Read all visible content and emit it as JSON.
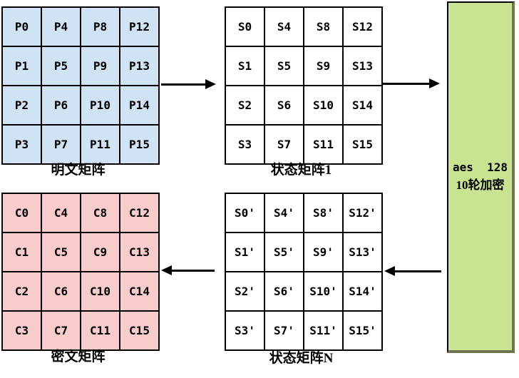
{
  "colors": {
    "plaintext_fill": "#cfe3f5",
    "state_fill": "#ffffff",
    "ciphertext_fill": "#f8cccb",
    "process_fill": "#c8e491",
    "process_shadow": "#6e7550",
    "line": "#000000"
  },
  "plaintext": {
    "label": "明文矩阵",
    "cells": [
      [
        "P0",
        "P4",
        "P8",
        "P12"
      ],
      [
        "P1",
        "P5",
        "P9",
        "P13"
      ],
      [
        "P2",
        "P6",
        "P10",
        "P14"
      ],
      [
        "P3",
        "P7",
        "P11",
        "P15"
      ]
    ]
  },
  "state1": {
    "label": "状态矩阵1",
    "cells": [
      [
        "S0",
        "S4",
        "S8",
        "S12"
      ],
      [
        "S1",
        "S5",
        "S9",
        "S13"
      ],
      [
        "S2",
        "S6",
        "S10",
        "S14"
      ],
      [
        "S3",
        "S7",
        "S11",
        "S15"
      ]
    ]
  },
  "stateN": {
    "label": "状态矩阵N",
    "cells": [
      [
        "S0'",
        "S4'",
        "S8'",
        "S12'"
      ],
      [
        "S1'",
        "S5'",
        "S9'",
        "S13'"
      ],
      [
        "S2'",
        "S6'",
        "S10'",
        "S14'"
      ],
      [
        "S3'",
        "S7'",
        "S11'",
        "S15'"
      ]
    ]
  },
  "ciphertext": {
    "label": "密文矩阵",
    "cells": [
      [
        "C0",
        "C4",
        "C8",
        "C12"
      ],
      [
        "C1",
        "C5",
        "C9",
        "C13"
      ],
      [
        "C2",
        "C6",
        "C10",
        "C14"
      ],
      [
        "C3",
        "C7",
        "C11",
        "C15"
      ]
    ]
  },
  "process_box": {
    "line1": "aes  128",
    "line2": "10轮加密"
  },
  "arrows": [
    {
      "direction": "right"
    },
    {
      "direction": "right"
    },
    {
      "direction": "left"
    },
    {
      "direction": "left"
    }
  ]
}
